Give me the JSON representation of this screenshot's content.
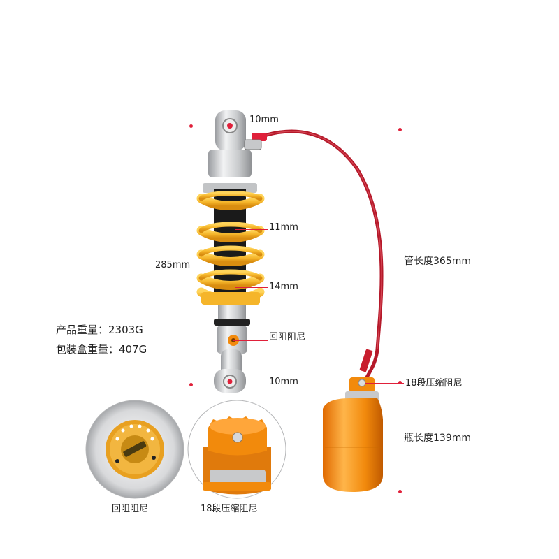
{
  "dimensions": {
    "top_eye": "10mm",
    "shaft": "11mm",
    "spring_inner": "14mm",
    "rebound_label": "回阻阻尼",
    "bottom_eye": "10mm",
    "total_length": "285mm",
    "hose_length": "管长度365mm",
    "compression_label": "18段压缩阻尼",
    "bottle_length": "瓶长度139mm"
  },
  "weights": {
    "product_weight": "产品重量：2303G",
    "boxed_weight": "包装盒重量：407G"
  },
  "details": {
    "rebound_caption": "回阻阻尼",
    "compression_caption": "18段压缩阻尼"
  },
  "colors": {
    "spring": "#f5b52a",
    "reservoir": "#f28a0c",
    "hose": "#b5192a",
    "dimension_line": "#e0203a",
    "body_metal": "#d9dadc"
  }
}
